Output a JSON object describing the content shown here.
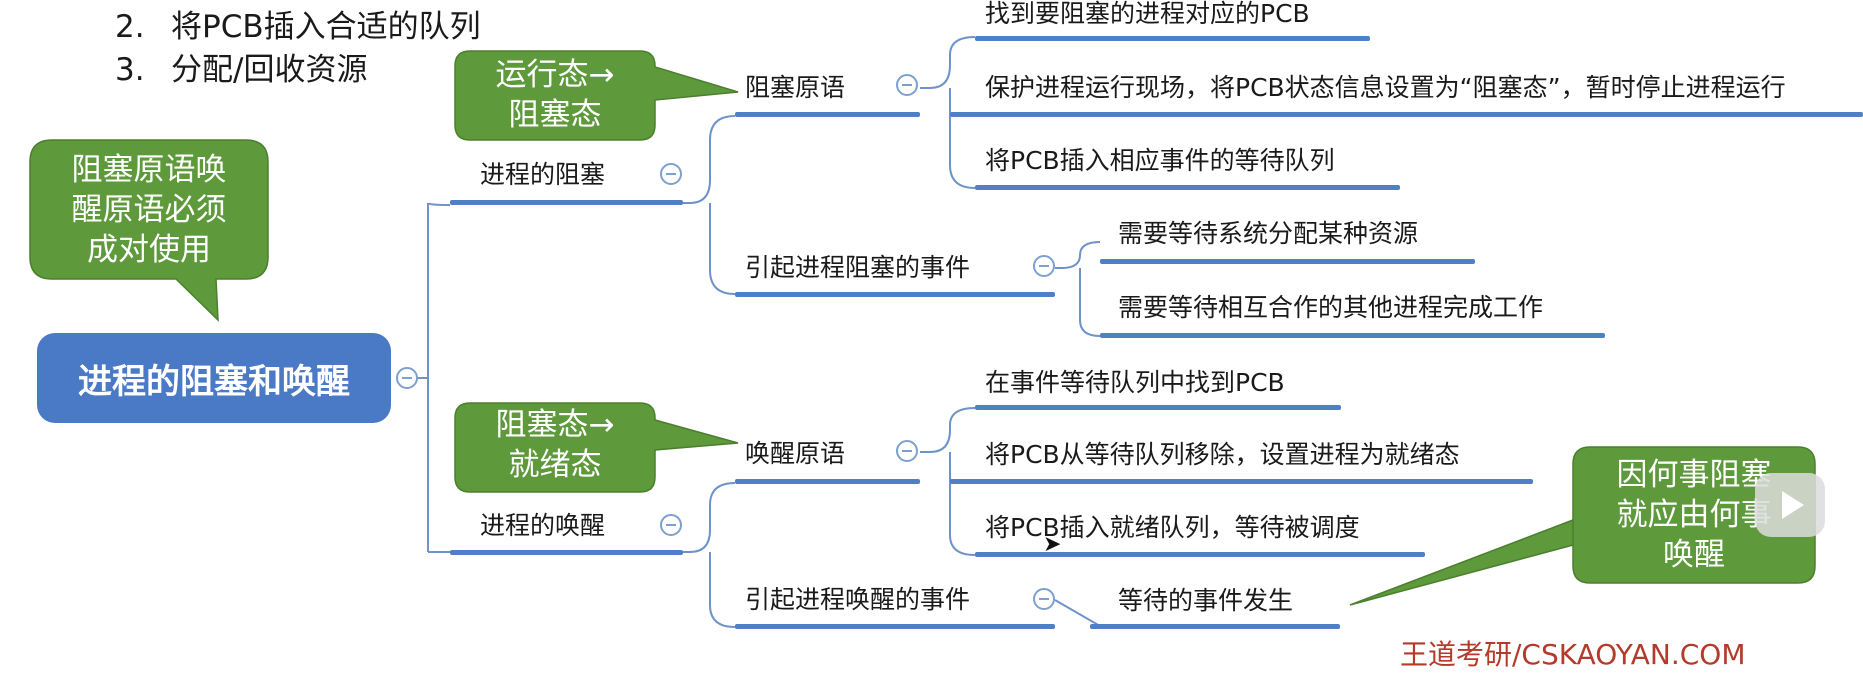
{
  "steps": [
    {
      "num": "2.",
      "text": "将PCB插入合适的队列"
    },
    {
      "num": "3.",
      "text": "分配/回收资源"
    }
  ],
  "root": {
    "label": "进程的阻塞和唤醒"
  },
  "blocking": {
    "label": "进程的阻塞",
    "primitive": {
      "label": "阻塞原语",
      "items": [
        "找到要阻塞的进程对应的PCB",
        "保护进程运行现场，将PCB状态信息设置为“阻塞态”，暂时停止进程运行",
        "将PCB插入相应事件的等待队列"
      ]
    },
    "events": {
      "label": "引起进程阻塞的事件",
      "items": [
        "需要等待系统分配某种资源",
        "需要等待相互合作的其他进程完成工作"
      ]
    }
  },
  "wakeup": {
    "label": "进程的唤醒",
    "primitive": {
      "label": "唤醒原语",
      "items": [
        "在事件等待队列中找到PCB",
        "将PCB从等待队列移除，设置进程为就绪态",
        "将PCB插入就绪队列，等待被调度"
      ]
    },
    "events": {
      "label": "引起进程唤醒的事件",
      "items": [
        "等待的事件发生"
      ]
    }
  },
  "callouts": {
    "pair": "阻塞原语唤醒原语必须成对使用",
    "pair_lines": [
      "阻塞原语唤",
      "醒原语必须",
      "成对使用"
    ],
    "run_to_block": [
      "运行态→",
      "阻塞态"
    ],
    "block_to_ready": [
      "阻塞态→",
      "就绪态"
    ],
    "cause": [
      "因何事阻塞",
      "就应由何事",
      "唤醒"
    ]
  },
  "watermark": "王道考研/CSKAOYAN.COM",
  "colors": {
    "branch": "#4f7fc6",
    "root": "#4a79c6",
    "callout": "#5e9a3b",
    "watermark": "#b43a2a"
  }
}
